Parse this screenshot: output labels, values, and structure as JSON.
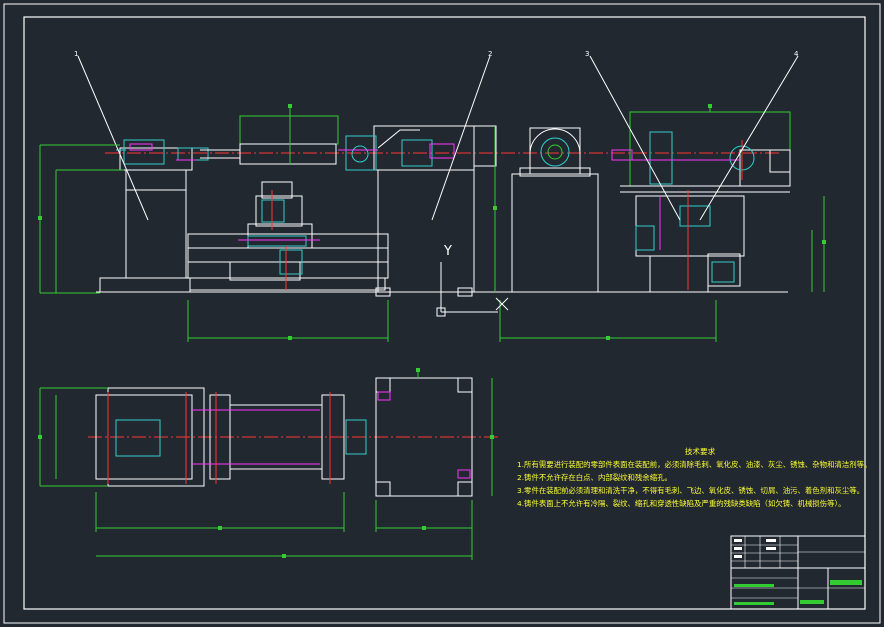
{
  "drawing": {
    "background": "#212830",
    "colors": {
      "frame": "#ffffff",
      "dimension": "#33cc33",
      "center": "#ff3333",
      "part": "#ffffff",
      "magenta": "#ff33ff",
      "cyan": "#33cccc",
      "yellow": "#ffff33"
    }
  },
  "ucs": {
    "y_label": "Y"
  },
  "callouts": [
    "1",
    "2",
    "3",
    "4"
  ],
  "notes": {
    "title": "技术要求",
    "items": [
      "1.所有需要进行装配的零部件表面在装配前，必须清除毛刺、氧化皮、油漆、灰尘、锈蚀、杂物和清洁剂等。",
      "2.铸件不允许存在白点、内部裂纹和残余缩孔。",
      "3.零件在装配前必须清理和清洗干净，不得有毛刺、飞边、氧化皮、锈蚀、切屑、油污、着色剂和灰尘等。",
      "4.铸件表面上不允许有冷隔、裂纹、缩孔和穿透性缺陷及严重的残缺类缺陷（如欠铸、机械损伤等）。"
    ]
  }
}
